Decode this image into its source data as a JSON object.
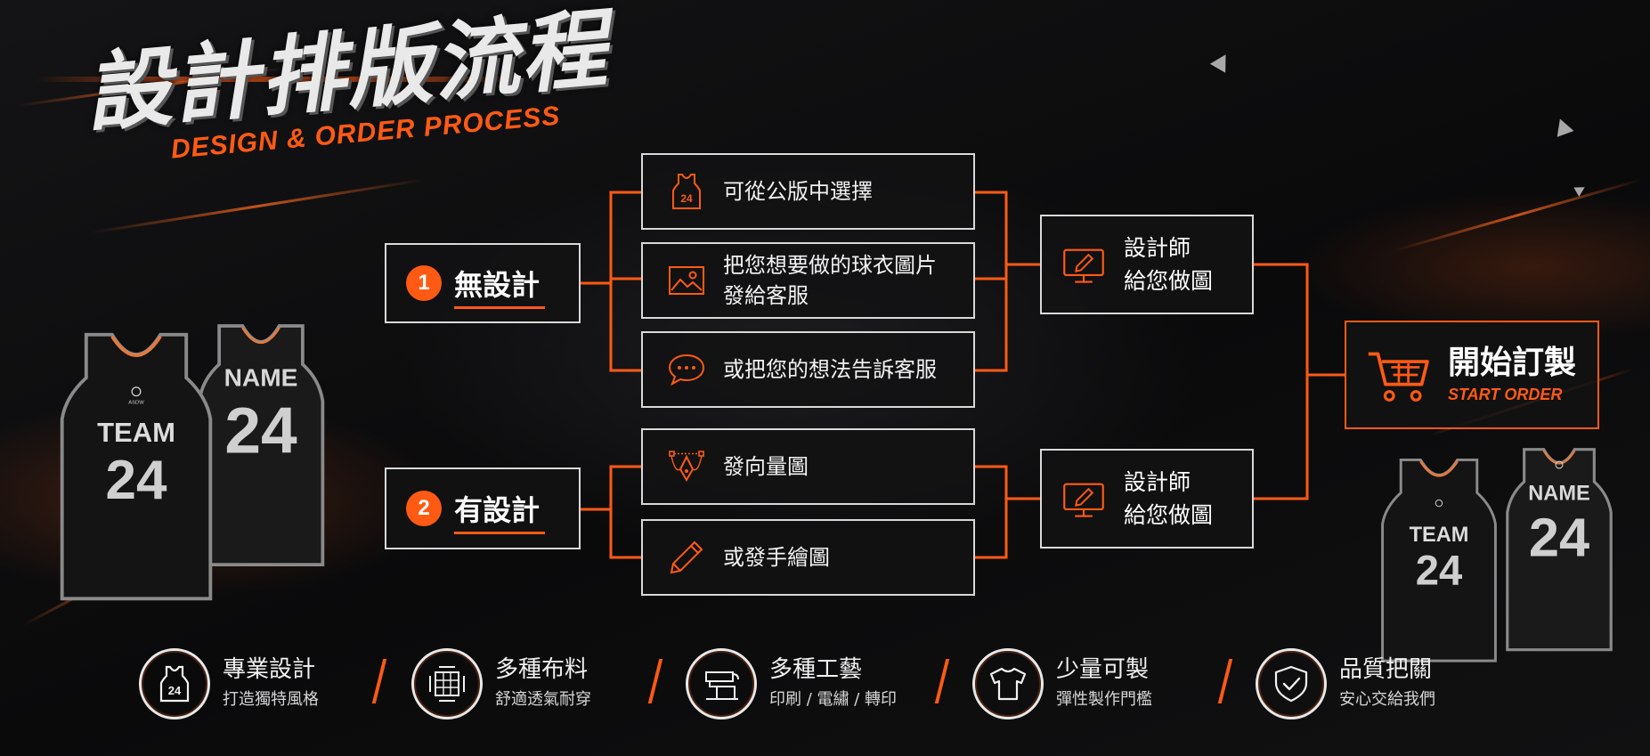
{
  "title": {
    "cn": "設計排版流程",
    "en": "DESIGN & ORDER PROCESS"
  },
  "categories": [
    {
      "num": "1",
      "label": "無設計"
    },
    {
      "num": "2",
      "label": "有設計"
    }
  ],
  "options": {
    "o1": {
      "text": "可從公版中選擇",
      "icon": "jersey-24-icon"
    },
    "o2": {
      "line1": "把您想要做的球衣圖片",
      "line2": "發給客服",
      "icon": "image-icon"
    },
    "o3": {
      "text": "或把您的想法告訴客服",
      "icon": "chat-bubble-icon"
    },
    "o4": {
      "text": "發向量圖",
      "icon": "vector-pen-icon"
    },
    "o5": {
      "text": "或發手繪圖",
      "icon": "pencil-icon"
    }
  },
  "designer": {
    "line1": "設計師",
    "line2": "給您做圖",
    "icon": "monitor-pen-icon"
  },
  "start": {
    "cn": "開始訂製",
    "en": "START ORDER",
    "icon": "shopping-cart-icon"
  },
  "jerseys": {
    "team": "TEAM",
    "name": "NAME",
    "number": "24",
    "brand": "ASDW"
  },
  "features": [
    {
      "title": "專業設計",
      "sub": "打造獨特風格",
      "icon": "jersey-24-icon"
    },
    {
      "title": "多種布料",
      "sub": "舒適透氣耐穿",
      "icon": "fabric-grid-icon"
    },
    {
      "title": "多種工藝",
      "sub": "印刷 / 電繡 / 轉印",
      "icon": "print-press-icon"
    },
    {
      "title": "少量可製",
      "sub": "彈性製作門檻",
      "icon": "tshirt-icon"
    },
    {
      "title": "品質把關",
      "sub": "安心交給我們",
      "icon": "shield-check-icon"
    }
  ],
  "colors": {
    "accent": "#ff5a14",
    "border": "#d9d9d9",
    "background": "#0c0c0d"
  }
}
